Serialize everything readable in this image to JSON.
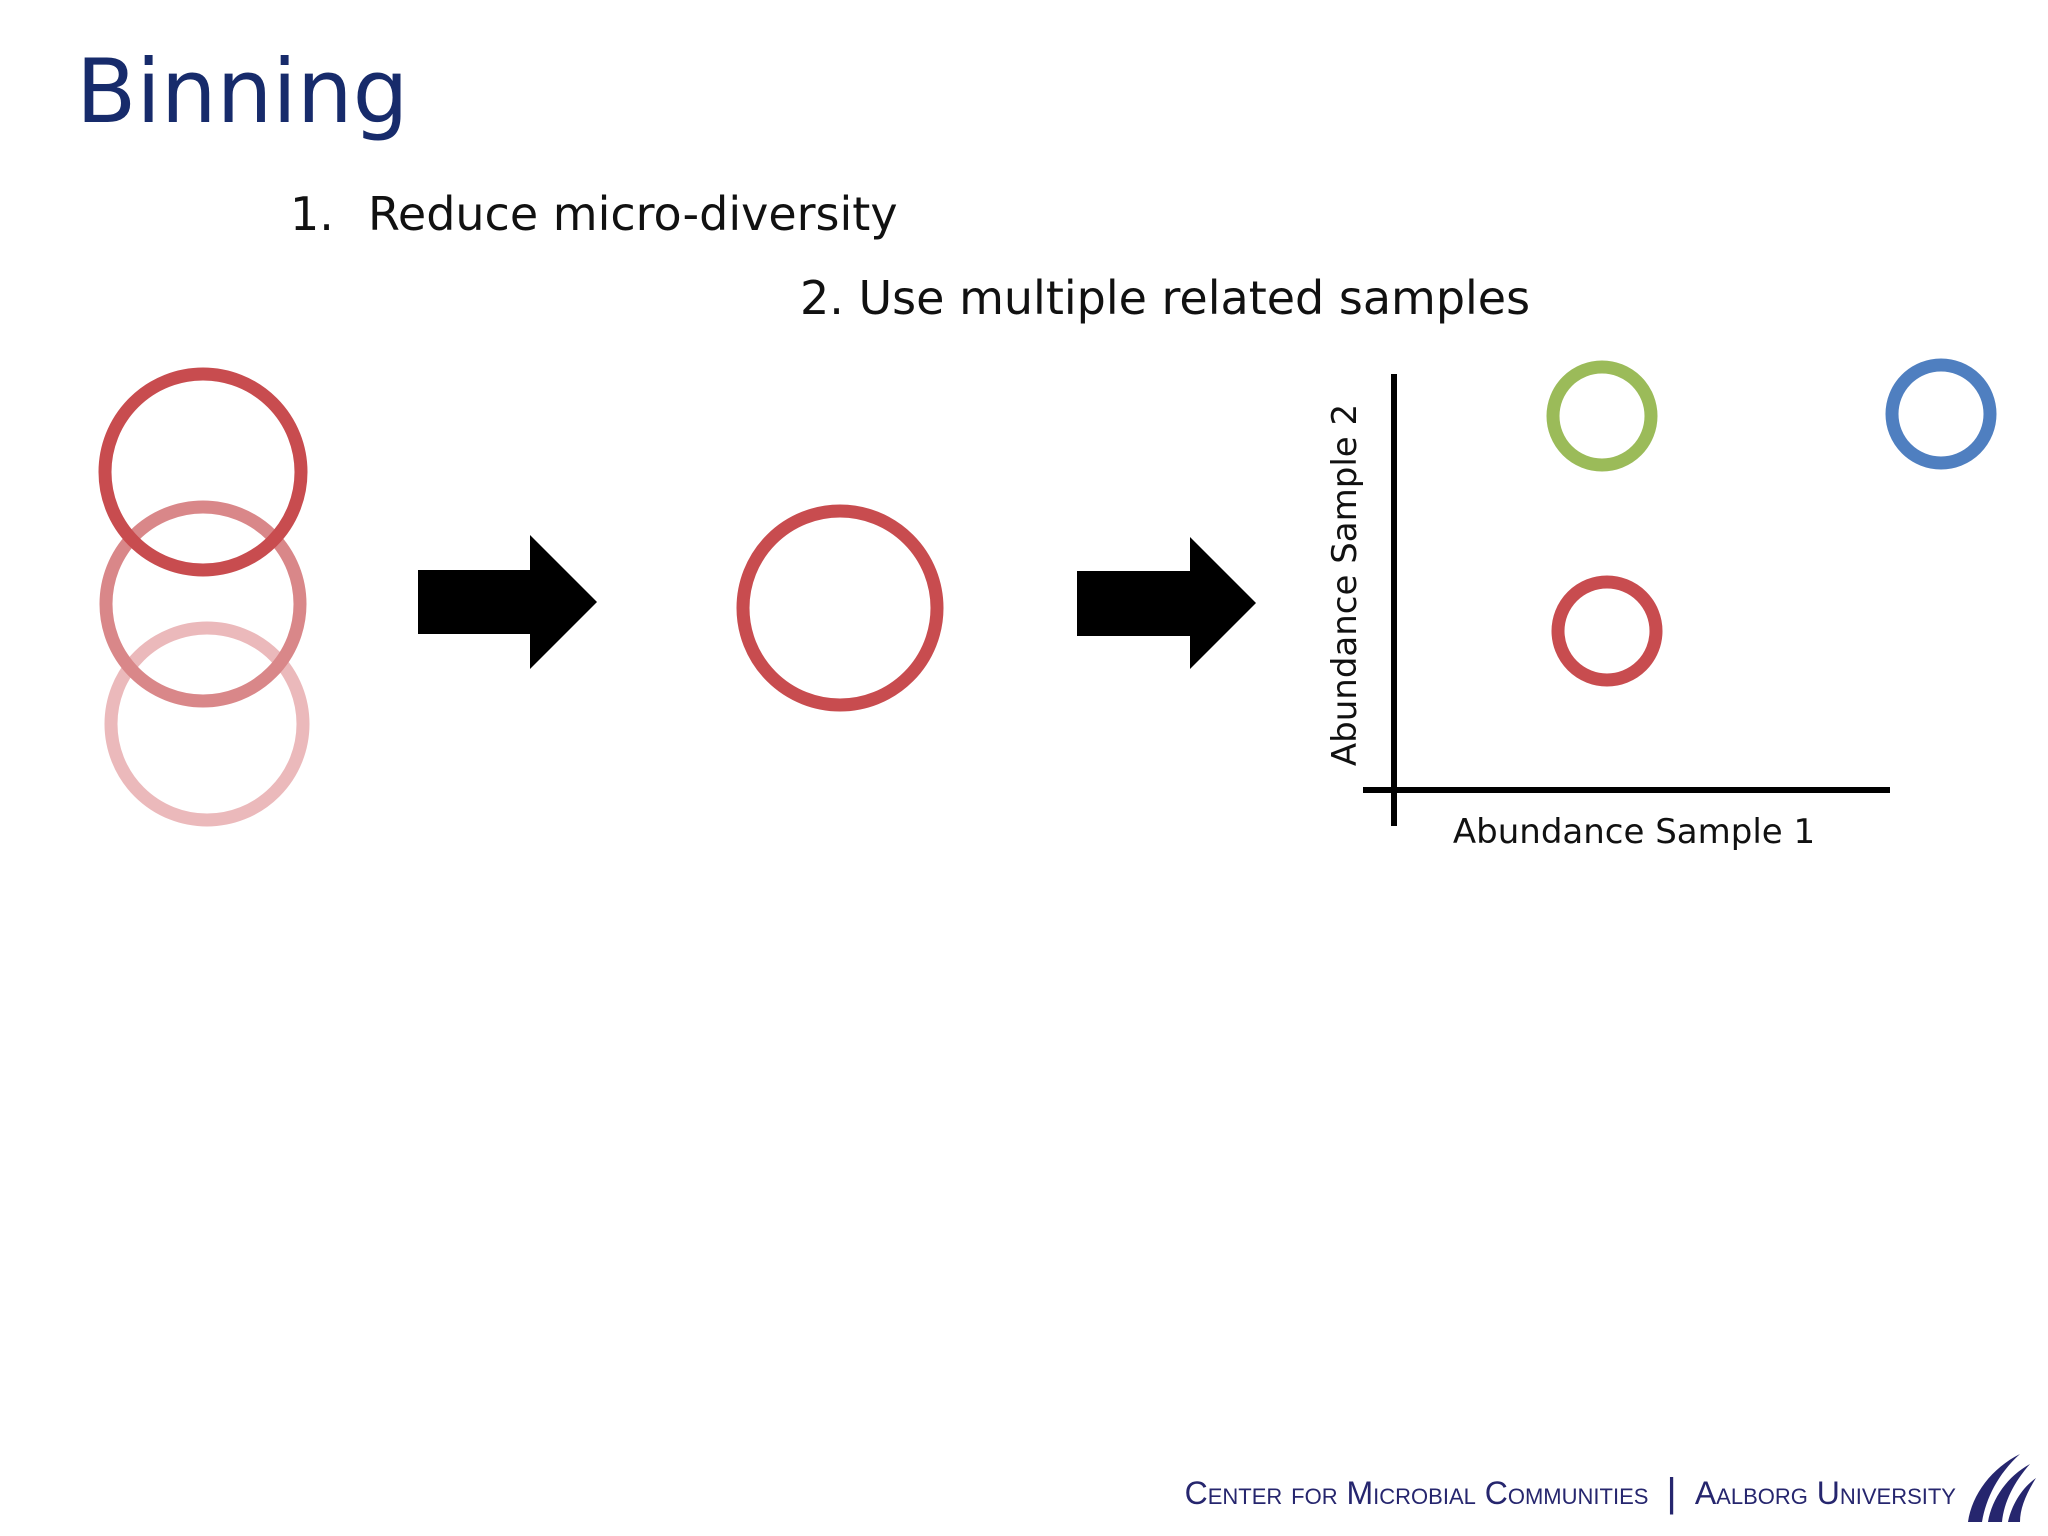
{
  "title": "Binning",
  "steps": [
    {
      "number": "1.",
      "text": "Reduce micro-diversity"
    },
    {
      "text": "2. Use multiple related samples"
    }
  ],
  "plot": {
    "xlabel": "Abundance Sample 1",
    "ylabel": "Abundance Sample 2"
  },
  "colors": {
    "red": "#c84c4f",
    "red_medium": "#d98789",
    "red_light": "#ebb9bb",
    "green": "#9bbb59",
    "blue": "#4f7fc0",
    "title": "#172b6b",
    "footer": "#26266e"
  },
  "icons": [
    "arrow-right-icon",
    "aalborg-university-logo-icon"
  ],
  "footer": {
    "org": "Center for Microbial Communities",
    "separator": "|",
    "university": "Aalborg University"
  }
}
